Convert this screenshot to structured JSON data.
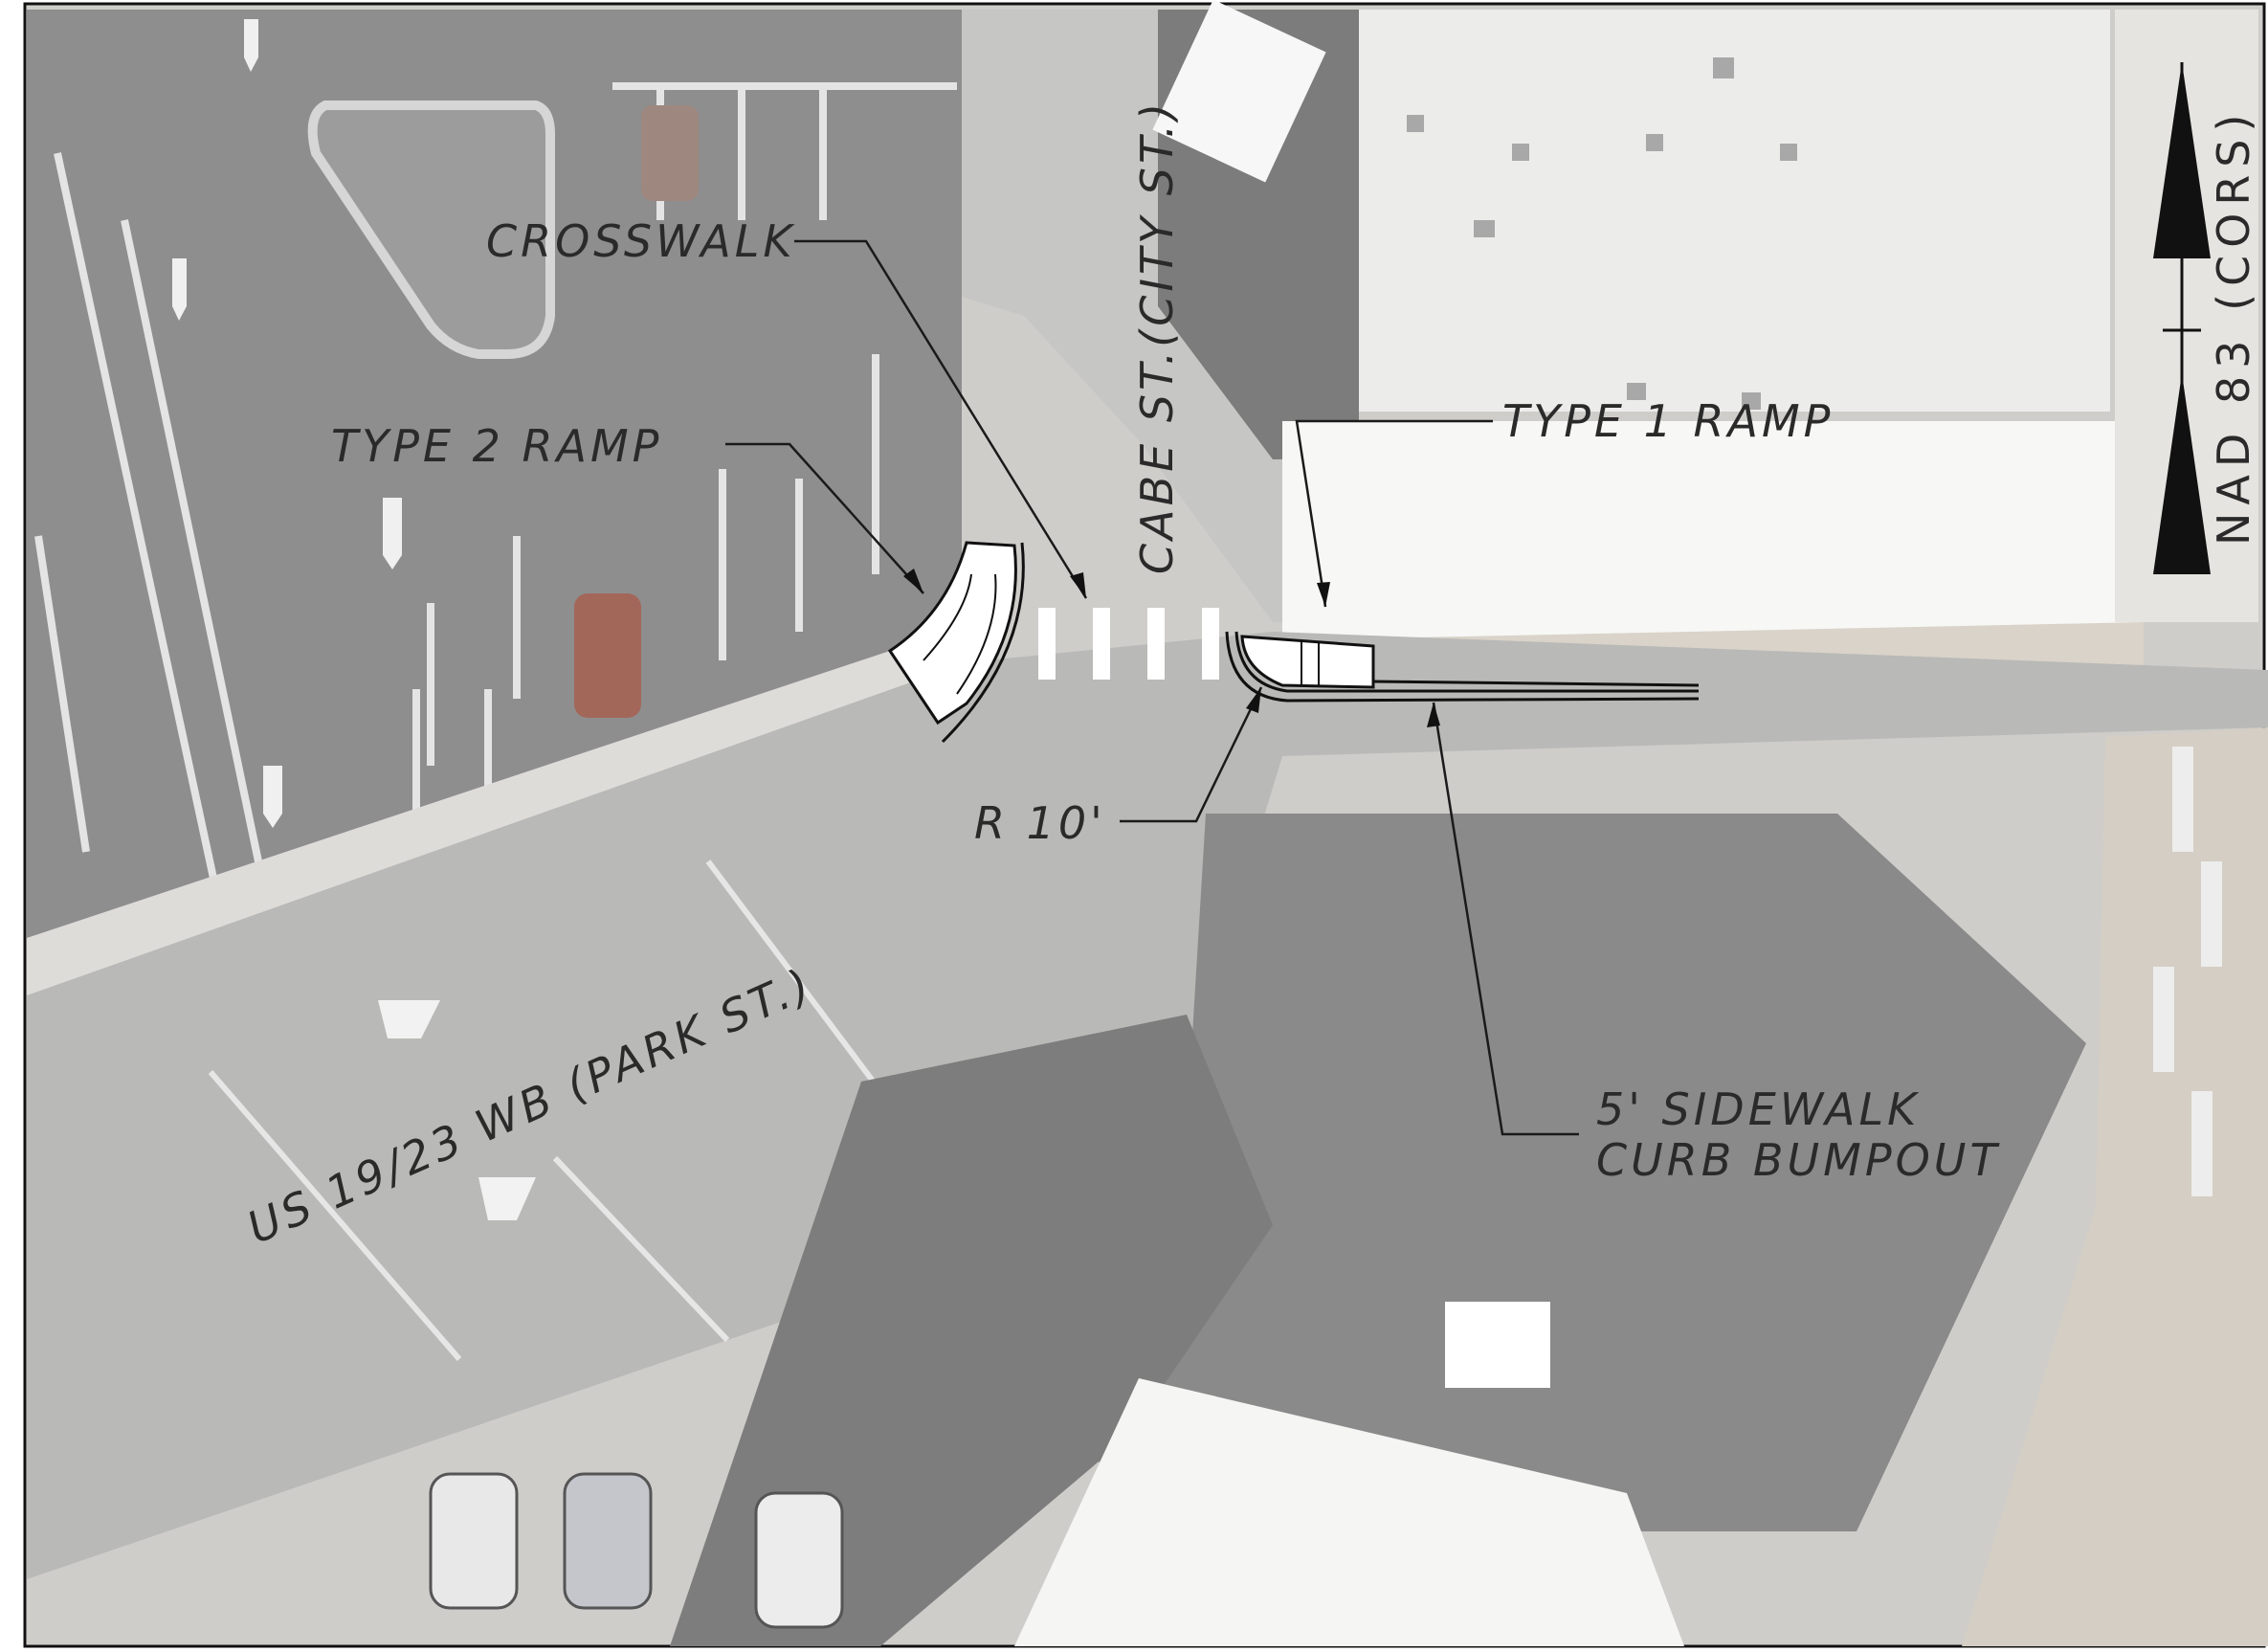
{
  "map": {
    "streets": {
      "cross_street": "CABE ST.(CITY ST.)",
      "main_street": "US 19/23 WB (PARK ST.)"
    },
    "callouts": {
      "crosswalk": "CROSSWALK",
      "type2_ramp": "TYPE 2 RAMP",
      "type1_ramp": "TYPE 1 RAMP",
      "radius": "R 10'",
      "sidewalk_line1": "5' SIDEWALK",
      "sidewalk_line2": "CURB BUMPOUT"
    },
    "north_arrow": {
      "datum": "NAD 83 (CORS)"
    },
    "colors": {
      "pavement_dark": "#8f8f8f",
      "pavement_mid": "#c9c9c9",
      "roof_light": "#f2f2f0",
      "roof_dark": "#7f7f7f",
      "sidewalk": "#d8d4cc",
      "crosswalk_bar": "#ffffff"
    }
  }
}
